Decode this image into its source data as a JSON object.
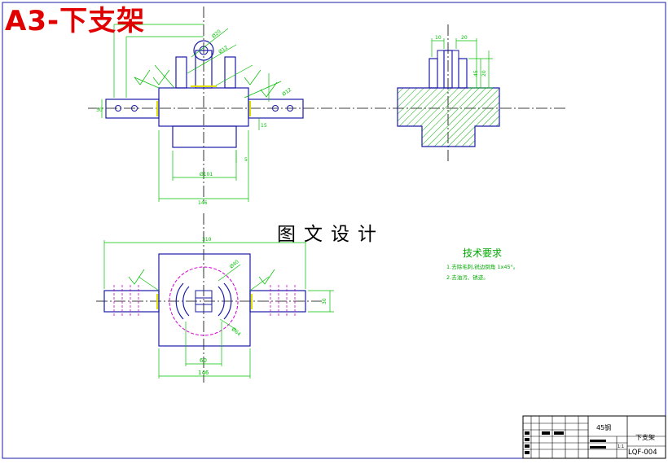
{
  "sheet_title": "A3-下支架",
  "watermark": "图文设计",
  "tech_requirements": {
    "heading": "技术要求",
    "notes": [
      "1.去除毛刺,锐边倒角 1x45°。",
      "2.去油污、锈迹。"
    ]
  },
  "front_view_dims": {
    "left_height": "30",
    "top_dia": "Ø20",
    "top_dia2": "Ø12",
    "right_dia": "Ø12",
    "right_vert": "15",
    "small_right": "5",
    "inner_width": "Ø101",
    "overall_width": "146"
  },
  "side_view_dims": {
    "top_left": "10",
    "top_right": "20",
    "right_v1": "45",
    "right_v2": "20"
  },
  "top_view_dims": {
    "overall_length": "310",
    "circle_dia": "Ø40",
    "circle_dia2": "Ø64",
    "right_height": "30",
    "inner_width": "60",
    "body_width": "146"
  },
  "title_block": {
    "material": "45钢",
    "part_name": "下支架",
    "drawing_no": "LQF-004",
    "scale": "1:1"
  },
  "colors": {
    "outline": "#1a1aa6",
    "dimension": "#00c000",
    "centerline": "#000000",
    "hatch": "#00b000",
    "circle": "#d000d0",
    "title": "#e00000",
    "yellow": "#e0e000"
  }
}
